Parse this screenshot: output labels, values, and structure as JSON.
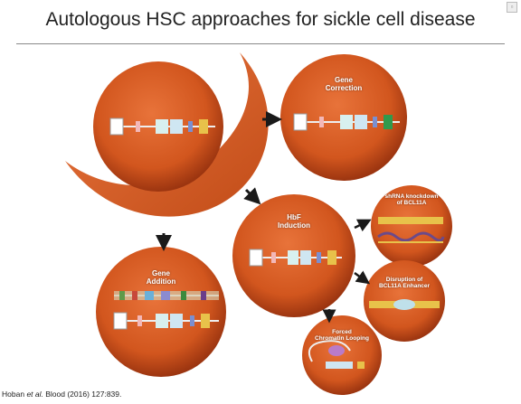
{
  "title": "Autologous HSC approaches for sickle cell disease",
  "labels": {
    "gene_correction": "Gene\nCorrection",
    "hbf_induction": "HbF\nInduction",
    "gene_addition": "Gene\nAddition",
    "shrna": "shRNA knockdown\nof BCL11A",
    "disruption": "Disruption of\nBCL11A Enhancer",
    "forced_looping": "Forced\nChromatin Looping"
  },
  "citation": {
    "author": "Hoban",
    "etal": "et al.",
    "ref": "Blood (2016) 127:839."
  },
  "colors": {
    "circle": "#d2561e",
    "circle_dark": "#a93a10",
    "crescent": "#d9622a",
    "arrow": "#1a1a1a",
    "text": "#222222"
  }
}
